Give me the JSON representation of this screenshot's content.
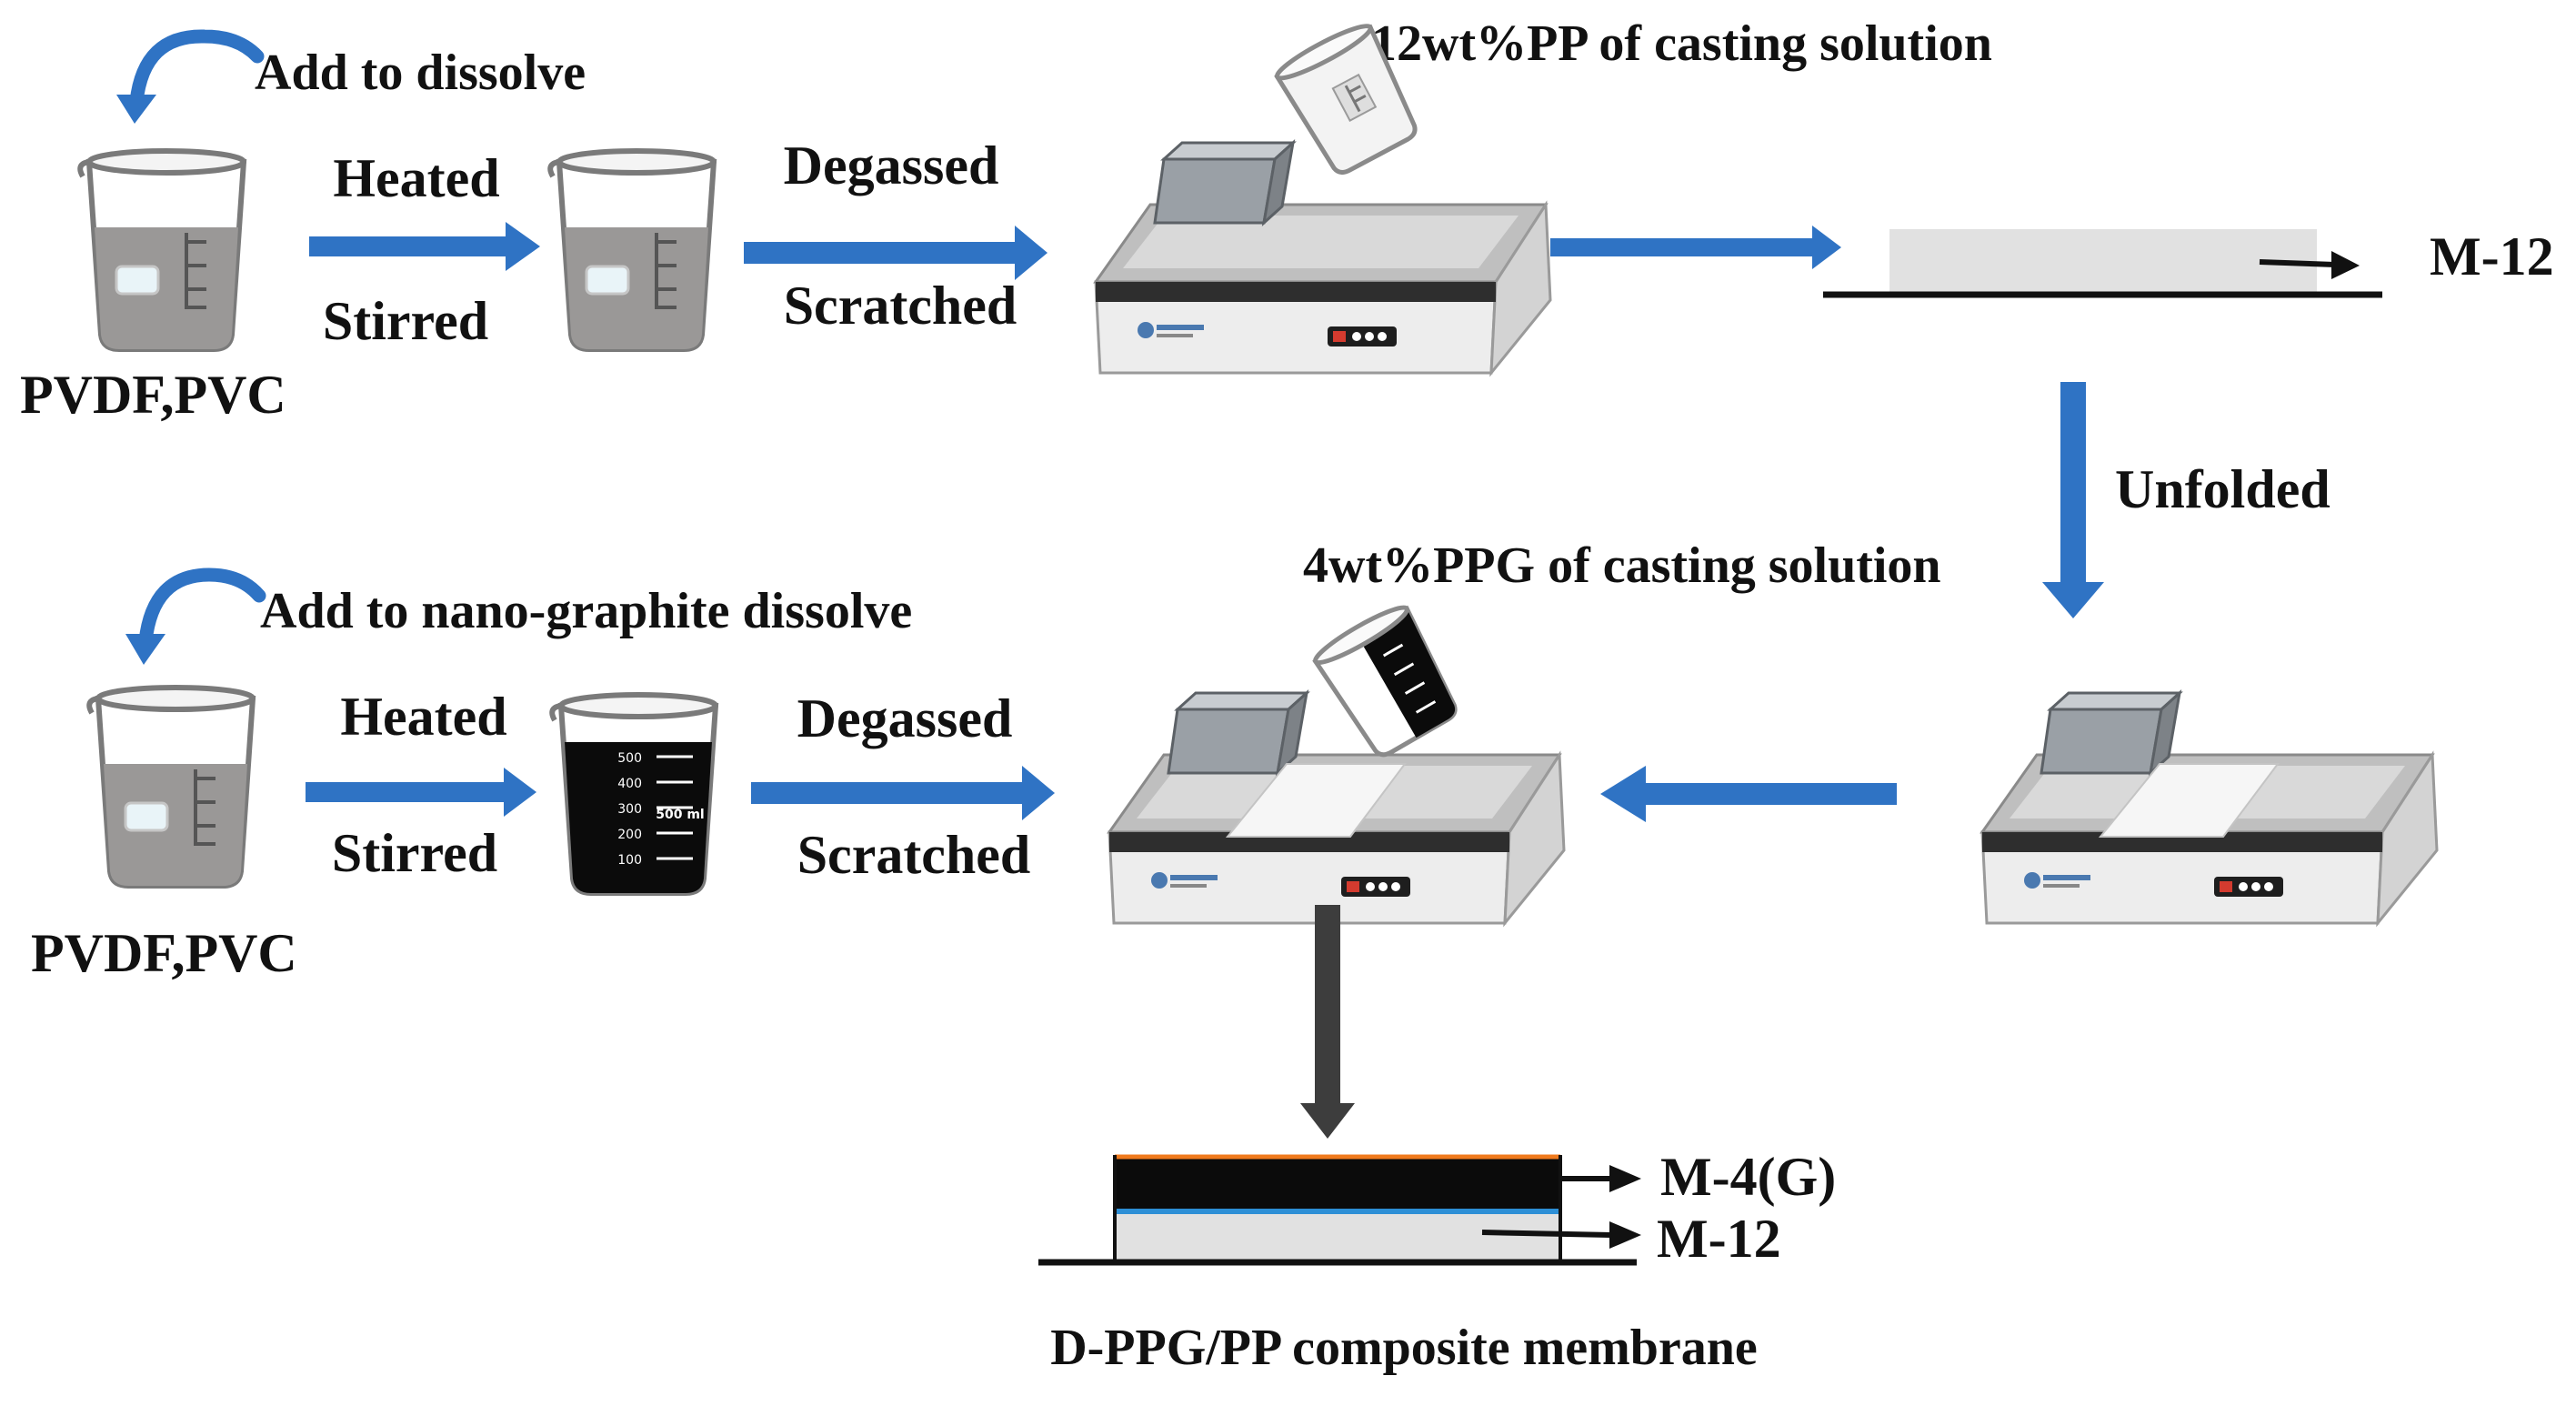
{
  "row1": {
    "add_label": "Add to dissolve",
    "beaker_label": "PVDF,PVC",
    "step1_top": "Heated",
    "step1_bottom": "Stirred",
    "step2_top": "Degassed",
    "step2_bottom": "Scratched",
    "casting_label": "12wt%PP of casting solution",
    "membrane_label": "M-12"
  },
  "row2": {
    "add_label": "Add to nano-graphite dissolve",
    "beaker_label": "PVDF,PVC",
    "step1_top": "Heated",
    "step1_bottom": "Stirred",
    "step2_top": "Degassed",
    "step2_bottom": "Scratched",
    "casting_label": "4wt%PPG of  casting solution",
    "beaker_scale": [
      "500",
      "400",
      "300",
      "200",
      "100"
    ],
    "beaker_volume": "500 ml"
  },
  "unfold_label": "Unfolded",
  "composite": {
    "top_layer_label": "M-4(G)",
    "bottom_layer_label": "M-12",
    "caption": "D-PPG/PP composite membrane"
  },
  "colors": {
    "flow_arrow": "#2f73c4",
    "down_arrow": "#3d3d3d",
    "solution_gray": "#9a9897",
    "graphite_black": "#0b0b0b",
    "membrane_light": "#e1e1e1",
    "orange_line": "#f07a1c",
    "blue_line": "#2d8fd6"
  },
  "icons": [
    "curved-arrow-icon",
    "beaker-icon",
    "film-applicator-icon",
    "pouring-beaker-icon"
  ]
}
